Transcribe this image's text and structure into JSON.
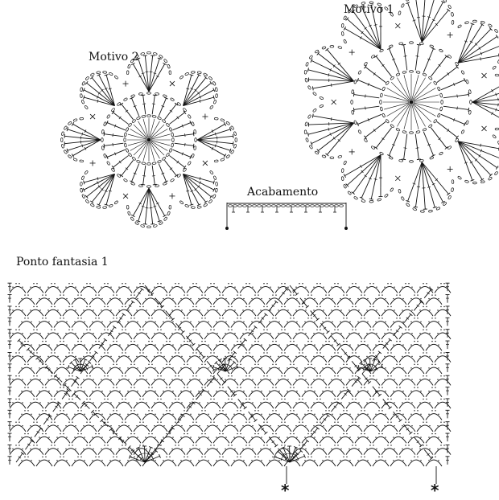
{
  "labels": {
    "motivo2": "Motivo 2",
    "motivo1": "Motivo 1",
    "acabamento": "Acabamento",
    "ponto_fantasia": "Ponto fantasia 1"
  },
  "markers": {
    "repeat_mark": "*"
  },
  "colors": {
    "ink": "#111111",
    "background": "#ffffff"
  }
}
